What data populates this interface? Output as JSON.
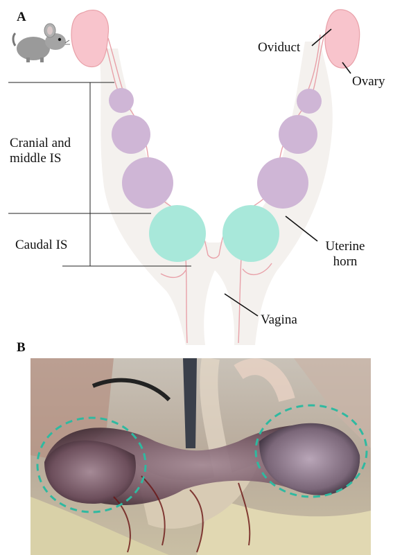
{
  "panels": {
    "a": "A",
    "b": "B"
  },
  "labels": {
    "oviduct": "Oviduct",
    "ovary": "Ovary",
    "cranial_middle": "Cranial and middle IS",
    "caudal": "Caudal IS",
    "uterine_horn": "Uterine horn",
    "vagina": "Vagina"
  },
  "colors": {
    "outline": "#e8a0a8",
    "tract_fill": "#f4f1ee",
    "cranial_sites": "#cfb6d6",
    "caudal_sites": "#a8e8da",
    "ovary_fill": "#f8c4cc",
    "circle_marker": "#2fb9a0"
  },
  "icons": {
    "animal": "chinchilla-icon"
  }
}
